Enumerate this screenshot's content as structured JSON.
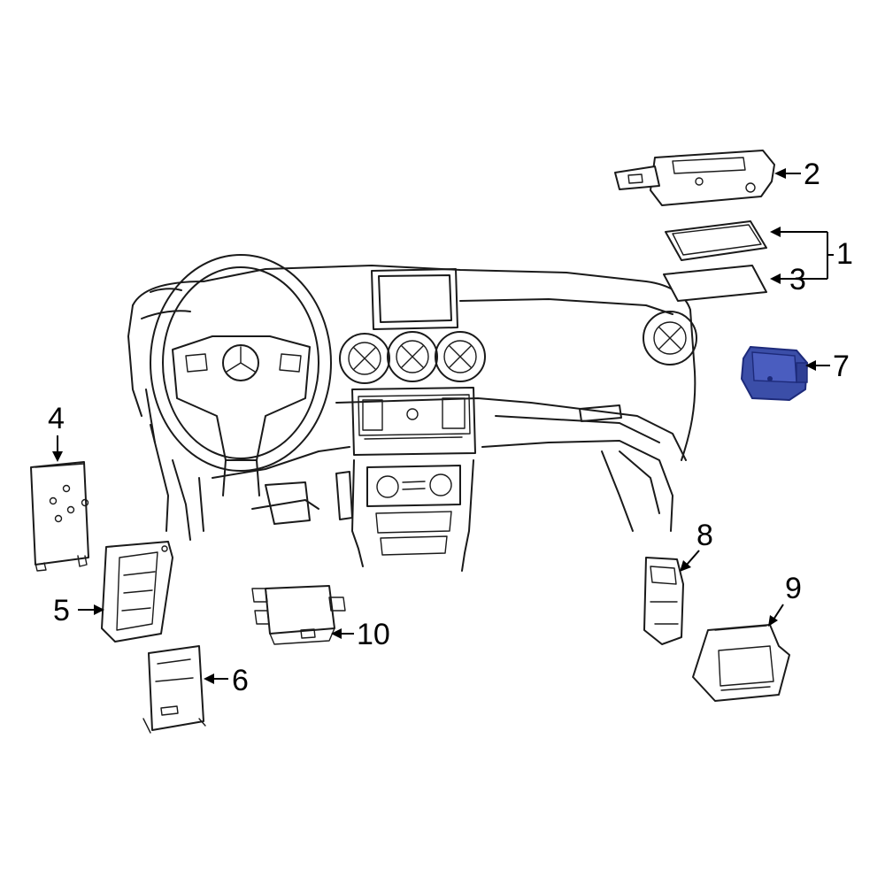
{
  "callouts": {
    "c1": "1",
    "c2": "2",
    "c3": "3",
    "c4": "4",
    "c5": "5",
    "c6": "6",
    "c7": "7",
    "c8": "8",
    "c9": "9",
    "c10": "10"
  },
  "highlight_part": "7",
  "colors": {
    "highlight_fill": "#3b4ea8",
    "highlight_dark": "#1d2a7a",
    "line": "#1a1a1a",
    "background": "#ffffff"
  }
}
